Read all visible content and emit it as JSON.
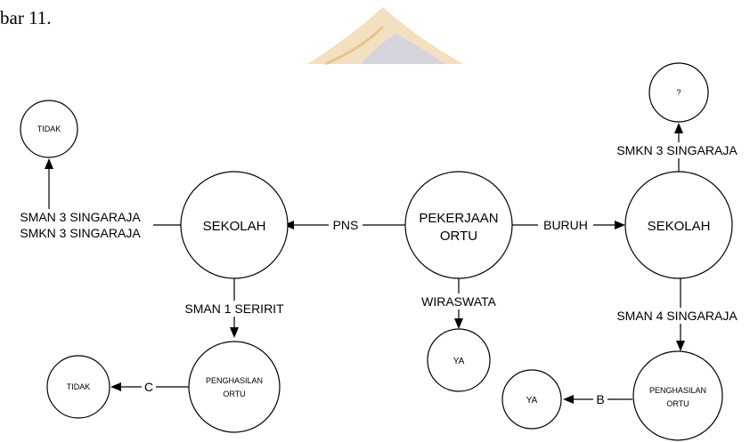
{
  "caption": "bar 11.",
  "diagram": {
    "root": {
      "line1": "PEKERJAAN",
      "line2": "ORTU"
    },
    "left_school": "SEKOLAH",
    "right_school": "SEKOLAH",
    "tidak_top": "TIDAK",
    "tidak_bottom": "TIDAK",
    "question": "?",
    "ya_middle": "YA",
    "ya_right": "YA",
    "income_left": {
      "line1": "PENGHASILAN",
      "line2": "ORTU"
    },
    "income_right": {
      "line1": "PENGHASILAN",
      "line2": "ORTU"
    },
    "edges": {
      "pns": "PNS",
      "buruh": "BURUH",
      "wiraswata": "WIRASWATA",
      "sman3_smkn3_line1": "SMAN 3 SINGARAJA",
      "sman3_smkn3_line2": "SMKN 3 SINGARAJA",
      "sman1": "SMAN 1 SERIRIT",
      "c": "C",
      "smkn3": "SMKN 3 SINGARAJA",
      "sman4": "SMAN 4 SINGARAJA",
      "b": "B"
    }
  },
  "colors": {
    "logo_accent": "#e9c78c",
    "logo_secondary": "#c9cde8",
    "stroke": "#000000"
  }
}
